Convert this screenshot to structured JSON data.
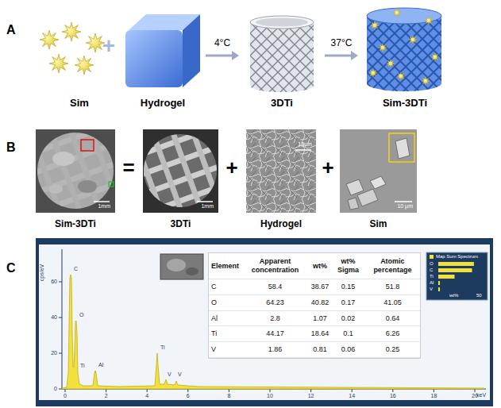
{
  "diagram": {
    "nodes": [
      {
        "text": [
          "Sim"
        ]
      },
      {
        "text": [
          "Hydrogel"
        ]
      },
      {
        "text": [
          "3DTi"
        ]
      },
      {
        "text": [
          "Sim-3DTi"
        ]
      },
      {
        "text": [
          "Sim-3DTi",
          "1mm"
        ]
      },
      {
        "text": [
          "3DTi",
          "1mm"
        ]
      },
      {
        "text": [
          "Hydrogel",
          "10μm"
        ]
      },
      {
        "text": [
          "Sim",
          "10 μm"
        ]
      }
    ],
    "edges": [
      {
        "from": 1,
        "to": 2,
        "arrow": "to",
        "label": "4°C"
      },
      {
        "from": 2,
        "to": 3,
        "arrow": "to",
        "label": "37°C"
      }
    ],
    "labels": [
      "A",
      "B",
      "C",
      "+",
      "=",
      "+",
      "+",
      "Element",
      "Apparent concentration",
      "wt%",
      "wt% Sigma",
      "Atomic percentage",
      "C",
      "58.4",
      "38.67",
      "0.15",
      "51.8",
      "O",
      "64.23",
      "40.82",
      "0.17",
      "41.05",
      "Al",
      "2.8",
      "1.07",
      "0.02",
      "0.64",
      "Ti",
      "44.17",
      "18.64",
      "0.1",
      "6.26",
      "V",
      "1.86",
      "0.81",
      "0.06",
      "0.25",
      "cps/eV",
      "keV",
      "0",
      "20",
      "40",
      "60",
      "0",
      "2",
      "4",
      "6",
      "8",
      "10",
      "12",
      "14",
      "16",
      "18",
      "20",
      "C",
      "O",
      "Ti",
      "Al",
      "Ti",
      "V",
      "V",
      "O",
      "C",
      "Ti",
      "Al",
      "V",
      "wt%",
      "50"
    ],
    "legend": [
      {
        "text": "Map Sum Spectrum",
        "color": "#f2e03c"
      }
    ]
  }
}
